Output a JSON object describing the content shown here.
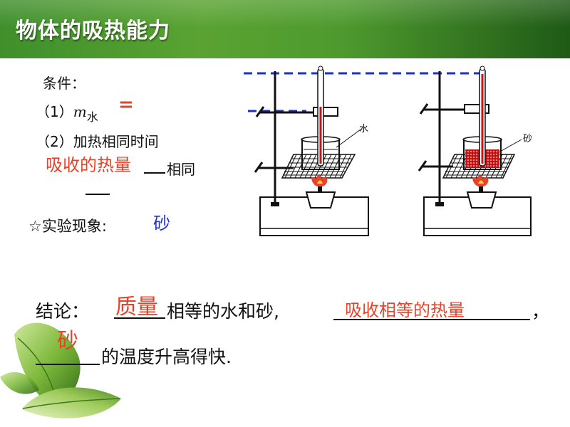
{
  "title": "物体的吸热能力",
  "conditions": {
    "heading": "条件：",
    "item1_prefix": "（1）",
    "item1_var": "m",
    "item1_sub": "水",
    "item1_answer": "=",
    "item2": "（2）加热相同时间",
    "item3_answer": "吸收的热量",
    "item3_suffix": "相同"
  },
  "phenomenon": {
    "star": "☆",
    "label": "实验现象:",
    "answer": "砂"
  },
  "diagram": {
    "label_water": "水",
    "label_sand": "砂"
  },
  "conclusion": {
    "prefix": "结论：",
    "blank1_answer": "质量",
    "middle": "相等的水和砂,",
    "blank2_answer": "吸收相等的热量",
    "comma": "，",
    "blank3_answer": "砂",
    "suffix": "的温度升高得快."
  },
  "colors": {
    "title_bg": "#4e9a2e",
    "answer_red": "#e8432a",
    "answer_blue": "#1f2fd0",
    "dash_blue": "#1d2fc8"
  }
}
